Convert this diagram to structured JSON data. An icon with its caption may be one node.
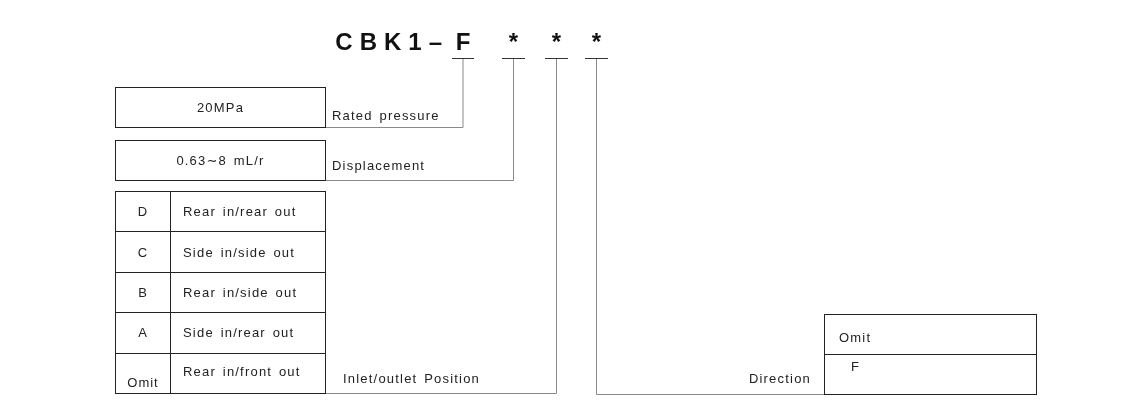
{
  "diagram": {
    "nodes": [
      {
        "text": [
          "F"
        ]
      },
      {
        "text": [
          "*"
        ]
      },
      {
        "text": [
          "*"
        ]
      },
      {
        "text": [
          "*"
        ]
      },
      {
        "text": [
          "20MPa"
        ],
        "beside": [
          "Rated pressure"
        ]
      },
      {
        "text": [
          "0.63∼8 mL/r"
        ],
        "beside": [
          "Displacement"
        ]
      },
      {
        "text": [],
        "shape": "box",
        "beside": [
          "Inlet/outlet Position"
        ]
      },
      {
        "text": [
          "D",
          "Rear in/rear out"
        ],
        "in": 6
      },
      {
        "text": [
          "C",
          "Side in/side out"
        ],
        "in": 6
      },
      {
        "text": [
          "B",
          "Rear in/side out"
        ],
        "in": 6
      },
      {
        "text": [
          "A",
          "Side in/rear out"
        ],
        "in": 6
      },
      {
        "text": [
          "Omit",
          "Rear in/front out"
        ],
        "in": 6
      },
      {
        "text": [],
        "shape": "box",
        "beside": [
          "Direction"
        ]
      },
      {
        "text": [
          "Omit"
        ],
        "in": 12
      },
      {
        "text": [
          "F"
        ],
        "in": 12
      }
    ],
    "edges": [
      {
        "from": 0,
        "to": 4,
        "arrow": "none"
      },
      {
        "from": 1,
        "to": 5,
        "arrow": "none"
      },
      {
        "from": 2,
        "to": 6,
        "arrow": "none"
      },
      {
        "from": 3,
        "to": 12,
        "arrow": "none"
      }
    ],
    "labels": [
      "CBK1–"
    ]
  }
}
